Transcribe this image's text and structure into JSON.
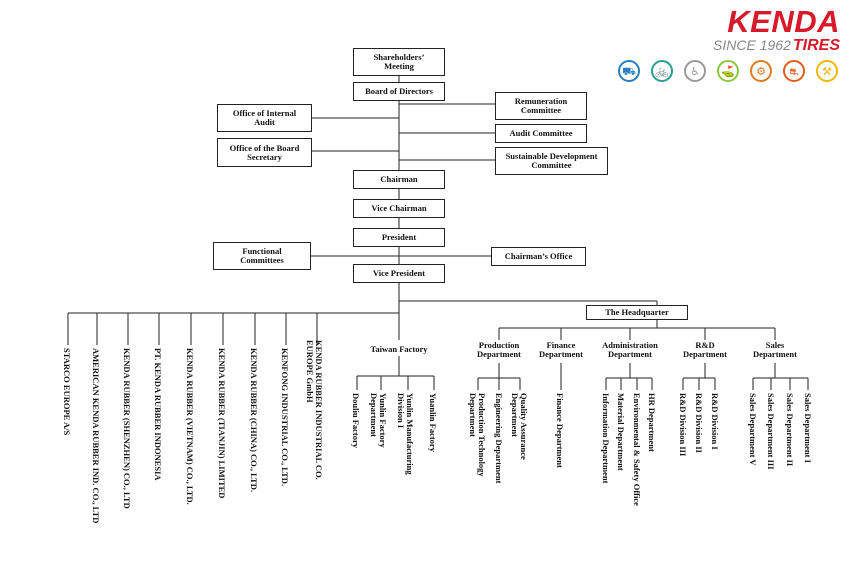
{
  "brand": {
    "name": "KENDA",
    "since": "SINCE 1962",
    "product": "TIRES",
    "icons": [
      {
        "name": "car-icon",
        "glyph": "⛟",
        "color": "#2b7fc1"
      },
      {
        "name": "bicycle-icon",
        "glyph": "🚲",
        "color": "#2a9d8f"
      },
      {
        "name": "wheelchair-icon",
        "glyph": "♿",
        "color": "#9a9a9a"
      },
      {
        "name": "golf-cart-icon",
        "glyph": "⛳",
        "color": "#8cc63f"
      },
      {
        "name": "atv-icon",
        "glyph": "⚙",
        "color": "#e07a1f"
      },
      {
        "name": "motorcycle-icon",
        "glyph": "⛐",
        "color": "#e35d1c"
      },
      {
        "name": "forklift-icon",
        "glyph": "⚒",
        "color": "#f2b705"
      }
    ]
  },
  "chart": {
    "shareholders": "Shareholders’\nMeeting",
    "board": "Board of Directors",
    "internal_audit": "Office of Internal\nAudit",
    "board_secretary": "Office of the Board\nSecretary",
    "remuneration": "Remuneration\nCommittee",
    "audit_committee": "Audit Committee",
    "sustainable": "Sustainable Development\nCommittee",
    "chairman": "Chairman",
    "vice_chairman": "Vice Chairman",
    "president": "President",
    "functional": "Functional\nCommittees",
    "chairmans_office": "Chairman’s Office",
    "vice_president": "Vice President",
    "headquarter": "The Headquarter",
    "taiwan_factory": "Taiwan Factory",
    "subsidiaries": [
      "STARCO EUROPE A/S",
      "AMERICAN KENDA RUBBER IND. CO., LTD",
      "KENDA RUBBER (SHENZHEN) CO., LTD",
      "PT. KENDA RUBBER INDONESIA",
      "KENDA RUBBER (VIETNAM) CO., LTD.",
      "KENDA RUBBER (TIANJIN) LIMITED",
      "KENDA RUBBER (CHINA) CO., LTD.",
      "KENFONG INDUSTRIAL CO., LTD.",
      "KENDA RUBBER INDUSTRIAL CO.\nEUROPE GmbH"
    ],
    "factories": [
      "Douliu Factory",
      "Yunlin Factory\nDepartment",
      "Yunlin Manufacturing\nDivision I",
      "Yuanlin Factory"
    ],
    "departments": [
      {
        "name": "Production\nDepartment",
        "units": [
          "Production Technology\nDepartment",
          "Engineering Department",
          "Quality Assurance\nDepartment"
        ]
      },
      {
        "name": "Finance\nDepartment",
        "units": [
          "Finance Department"
        ]
      },
      {
        "name": "Administration\nDepartment",
        "units": [
          "Information Department",
          "Material Department",
          "Environmental & Safety Office",
          "HR Department"
        ]
      },
      {
        "name": "R&D\nDepartment",
        "units": [
          "R&D Division III",
          "R&D Division II",
          "R&D Division I"
        ]
      },
      {
        "name": "Sales\nDepartment",
        "units": [
          "Sales Department V",
          "Sales Department III",
          "Sales Department II",
          "Sales Department I"
        ]
      }
    ]
  }
}
